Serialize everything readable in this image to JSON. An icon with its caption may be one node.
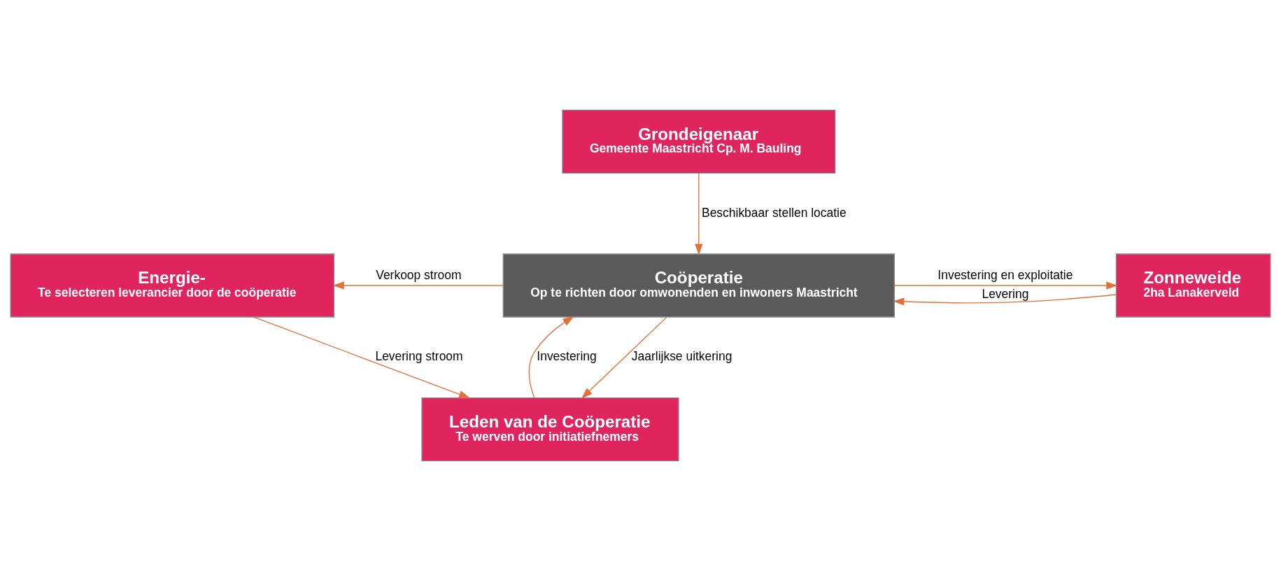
{
  "diagram": {
    "nodes": [
      {
        "text": [
          "Grondeigenaar",
          "Gemeente Maastricht Cp. M. Bauling"
        ]
      },
      {
        "text": [
          "Energie-",
          "Te selecteren leverancier door de coöperatie"
        ]
      },
      {
        "text": [
          "Coöperatie",
          "Op te richten door omwonenden en inwoners Maastricht"
        ]
      },
      {
        "text": [
          "Zonneweide",
          "2ha Lanakerveld"
        ]
      },
      {
        "text": [
          "Leden van de Coöperatie",
          "Te werven door initiatiefnemers"
        ]
      }
    ],
    "edges": [
      {
        "from": 0,
        "to": 2,
        "arrow": "to",
        "label": "Beschikbaar stellen locatie"
      },
      {
        "from": 2,
        "to": 3,
        "arrow": "to",
        "label": "Investering en exploitatie"
      },
      {
        "from": 3,
        "to": 2,
        "arrow": "to",
        "label": "Levering"
      },
      {
        "from": 2,
        "to": 1,
        "arrow": "to",
        "label": "Verkoop stroom"
      },
      {
        "from": 4,
        "to": 2,
        "arrow": "to",
        "label": "Investering"
      },
      {
        "from": 2,
        "to": 4,
        "arrow": "to",
        "label": "Jaarlijkse uitkering"
      },
      {
        "from": 1,
        "to": 4,
        "arrow": "to",
        "label": "Levering stroom"
      }
    ]
  }
}
